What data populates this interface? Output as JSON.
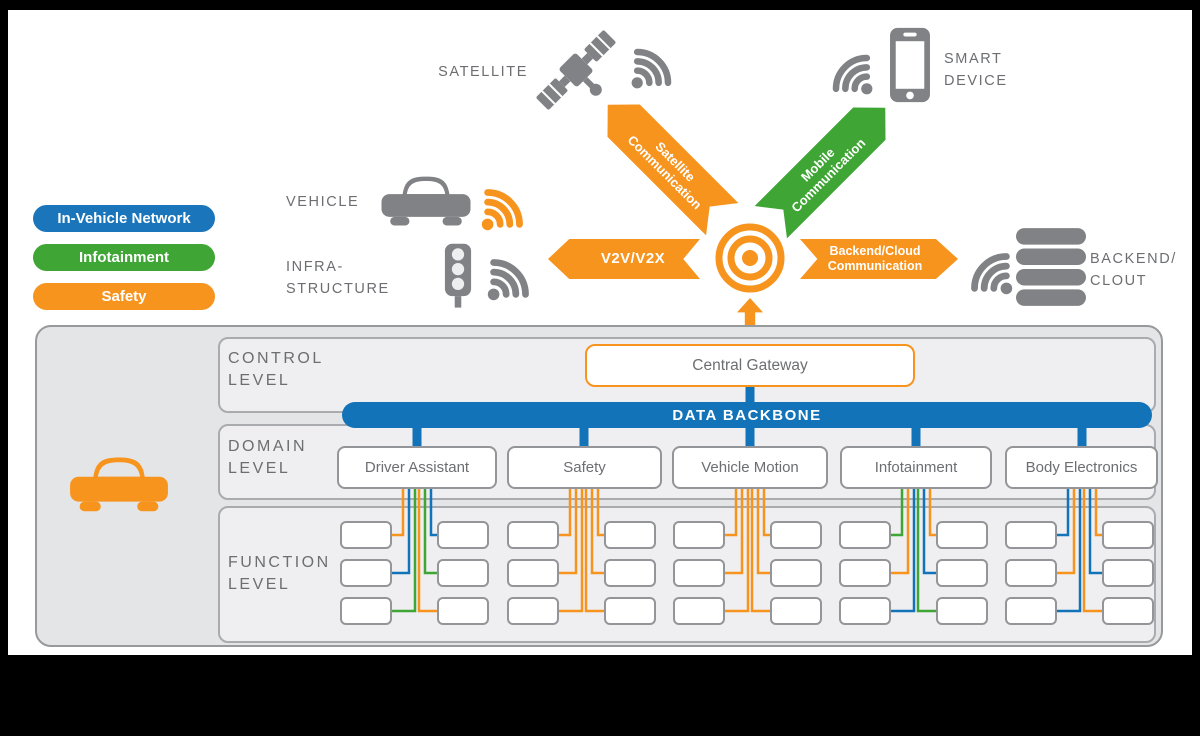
{
  "legend": {
    "items": [
      {
        "label": "In-Vehicle Network",
        "color": "#1B75BB"
      },
      {
        "label": "Infotainment",
        "color": "#3FA535"
      },
      {
        "label": "Safety",
        "color": "#F7941E"
      }
    ]
  },
  "external_nodes": {
    "satellite_label": "SATELLITE",
    "smart_device_line1": "SMART",
    "smart_device_line2": "DEVICE",
    "vehicle_label": "VEHICLE",
    "infrastructure_line1": "INFRA-",
    "infrastructure_line2": "STRUCTURE",
    "backend_line1": "BACKEND/",
    "backend_line2": "CLOUT"
  },
  "connections": {
    "satellite_communication": "Satellite Communication",
    "mobile_communication": "Mobile Communication",
    "v2v_v2x": "V2V/V2X",
    "backend_cloud_communication": "Backend/Cloud Communication"
  },
  "architecture": {
    "control_level_line1": "CONTROL",
    "control_level_line2": "LEVEL",
    "domain_level_line1": "DOMAIN",
    "domain_level_line2": "LEVEL",
    "function_level_line1": "FUNCTION",
    "function_level_line2": "LEVEL",
    "central_gateway": "Central Gateway",
    "data_backbone": "DATA BACKBONE",
    "domains": [
      "Driver Assistant",
      "Safety",
      "Vehicle Motion",
      "Infotainment",
      "Body Electronics"
    ]
  },
  "icons": {
    "satellite": "satellite-with-solar-panels",
    "wifi": "wireless-signal-arcs",
    "vehicle": "car-front-view",
    "infrastructure": "traffic-light",
    "smart_device": "smartphone",
    "backend": "database-disk-stack",
    "gateway_hub": "concentric-signal-rings",
    "fleet_vehicle": "car-front-view"
  },
  "colors": {
    "orange": "#F7941E",
    "blue": "#1273B9",
    "green": "#3FA535",
    "gray_icon": "#808285",
    "gray_text": "#6D6E71"
  }
}
